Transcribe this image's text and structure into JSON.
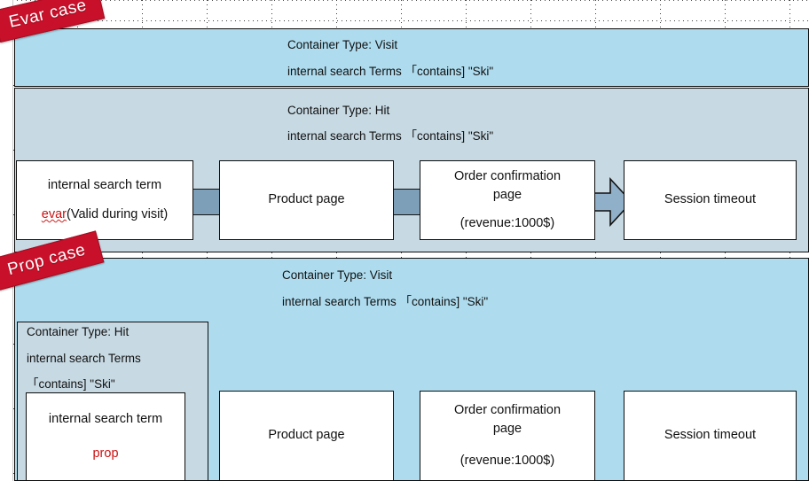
{
  "diagram": {
    "title": "Evar vs Prop attribution diagram",
    "colors": {
      "visit_container": "#aedcee",
      "hit_container": "#c7d9e3",
      "ribbon": "#c8102a",
      "connector": "#7d9fb8",
      "accent_red": "#cc1111"
    }
  },
  "evar_case": {
    "ribbon_label": "Evar case",
    "visit_container": {
      "type_label": "Container Type: Visit",
      "rule_label": "internal search Terms 「contains] \"Ski\""
    },
    "hit_container": {
      "type_label": "Container Type: Hit",
      "rule_label": "internal search Terms 「contains] \"Ski\""
    },
    "nodes": [
      {
        "name": "internal-search-term",
        "line1": "internal search term",
        "line2_accent": "evar",
        "line2_rest": "(Valid during visit)"
      },
      {
        "name": "product-page",
        "line1": "Product page"
      },
      {
        "name": "order-confirmation-page",
        "line1": "Order confirmation",
        "line2": "page",
        "line3": "(revenue:1000$)"
      },
      {
        "name": "session-timeout",
        "line1": "Session timeout"
      }
    ]
  },
  "prop_case": {
    "ribbon_label": "Prop case",
    "visit_container": {
      "type_label": "Container Type: Visit",
      "rule_label": "internal search Terms 「contains] \"Ski\""
    },
    "hit_container": {
      "type_label": "Container Type: Hit",
      "rule_line1": "internal search Terms",
      "rule_line2": "「contains] \"Ski\""
    },
    "nodes": [
      {
        "name": "internal-search-term",
        "line1": "internal search term",
        "line2_accent": "prop"
      },
      {
        "name": "product-page",
        "line1": "Product page"
      },
      {
        "name": "order-confirmation-page",
        "line1": "Order confirmation",
        "line2": "page",
        "line3": "(revenue:1000$)"
      },
      {
        "name": "session-timeout",
        "line1": "Session timeout"
      }
    ]
  }
}
